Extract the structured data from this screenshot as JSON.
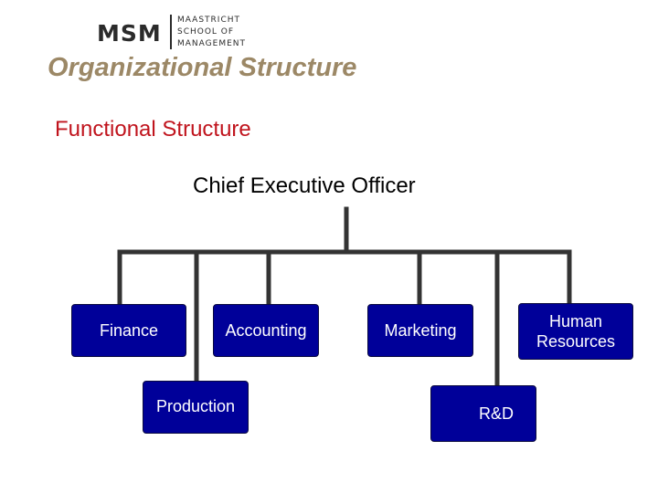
{
  "logo": {
    "mark": "MSM",
    "lines": [
      "MAASTRICHT",
      "SCHOOL OF",
      "MANAGEMENT"
    ]
  },
  "slide": {
    "title": "Organizational Structure",
    "subtitle": "Functional Structure"
  },
  "org_chart": {
    "root": "Chief Executive Officer",
    "departments": {
      "finance": "Finance",
      "accounting": "Accounting",
      "marketing": "Marketing",
      "human_resources_line1": "Human",
      "human_resources_line2": "Resources",
      "production": "Production",
      "rnd": "R&D"
    }
  },
  "colors": {
    "title": "#9c8866",
    "subtitle": "#c0141d",
    "box_fill": "#000099",
    "connector": "#333333"
  }
}
